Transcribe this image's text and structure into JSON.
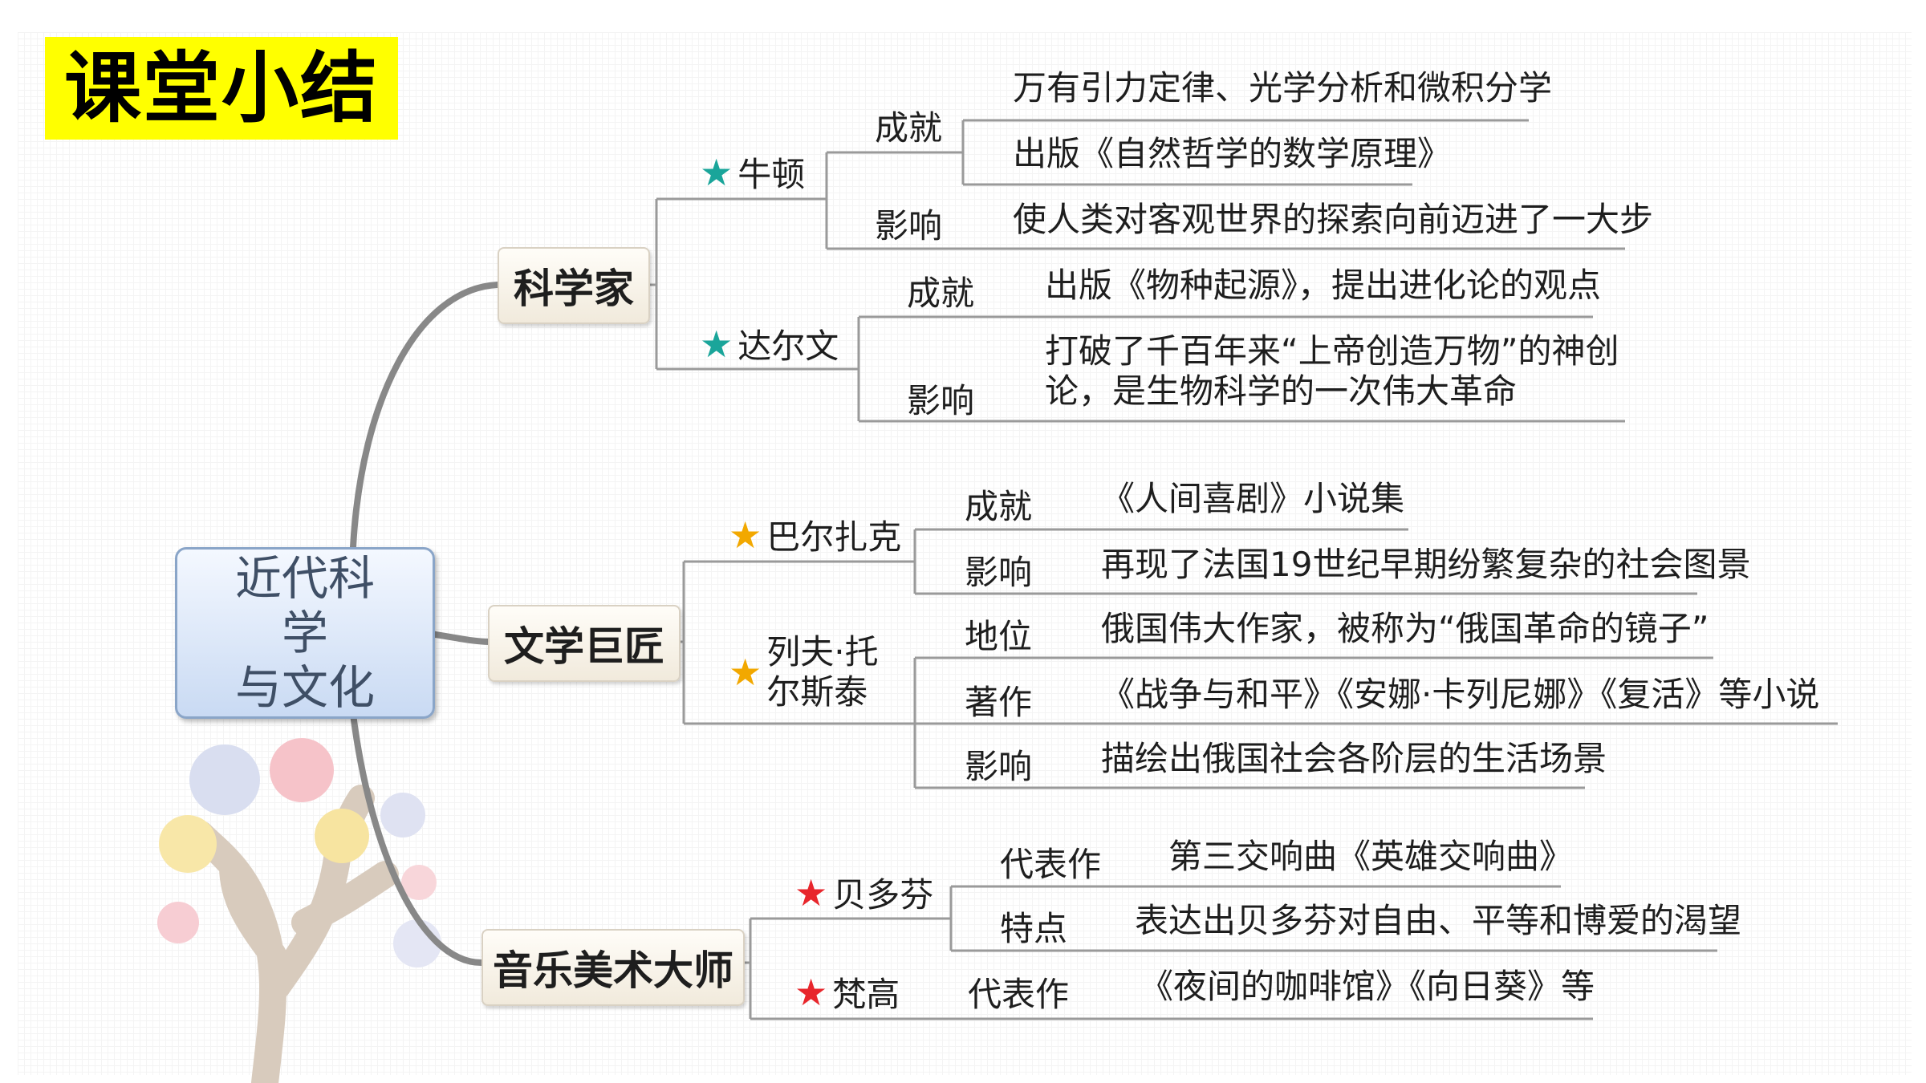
{
  "title": "课堂小结",
  "root": {
    "line1": "近代科学",
    "line2": "与文化"
  },
  "colors": {
    "title_bg": "#ffff00",
    "star_scientist": "#1aa59a",
    "star_literature": "#f2a800",
    "star_music": "#e8262c"
  },
  "categories": {
    "scientists": "科学家",
    "literature": "文学巨匠",
    "music_art": "音乐美术大师"
  },
  "newton": {
    "name": "牛顿",
    "achievement_label": "成就",
    "achievement_1": "万有引力定律、光学分析和微积分学",
    "achievement_2": "出版《自然哲学的数学原理》",
    "influence_label": "影响",
    "influence": "使人类对客观世界的探索向前迈进了一大步"
  },
  "darwin": {
    "name": "达尔文",
    "achievement_label": "成就",
    "achievement": "出版《物种起源》，提出进化论的观点",
    "influence_label": "影响",
    "influence_line1": "打破了千百年来“上帝创造万物”的神创",
    "influence_line2": "论，是生物科学的一次伟大革命"
  },
  "balzac": {
    "name": "巴尔扎克",
    "achievement_label": "成就",
    "achievement": "《人间喜剧》小说集",
    "influence_label": "影响",
    "influence": "再现了法国19世纪早期纷繁复杂的社会图景"
  },
  "tolstoy": {
    "name_line1": "列夫·托",
    "name_line2": "尔斯泰",
    "status_label": "地位",
    "status": "俄国伟大作家，被称为“俄国革命的镜子”",
    "works_label": "著作",
    "works": "《战争与和平》《安娜·卡列尼娜》《复活》等小说",
    "influence_label": "影响",
    "influence": "描绘出俄国社会各阶层的生活场景"
  },
  "beethoven": {
    "name": "贝多芬",
    "works_label": "代表作",
    "works": "第三交响曲《英雄交响曲》",
    "feature_label": "特点",
    "feature": "表达出贝多芬对自由、平等和博爱的渴望"
  },
  "vangogh": {
    "name": "梵高",
    "works_label": "代表作",
    "works": "《夜间的咖啡馆》《向日葵》等"
  }
}
